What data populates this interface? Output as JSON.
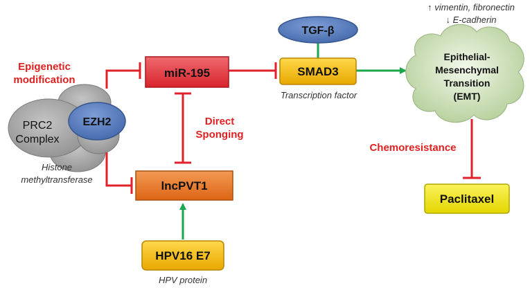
{
  "nodes": {
    "mir195": "miR-195",
    "smad3": "SMAD3",
    "tgfb": "TGF-β",
    "emt": [
      "Epithelial-",
      "Mesenchymal",
      "Transition",
      "(EMT)"
    ],
    "prc2": [
      "PRC2",
      "Complex"
    ],
    "ezh2": "EZH2",
    "lncpvt1": "lncPVT1",
    "hpv16e7": "HPV16 E7",
    "paclitaxel": "Paclitaxel"
  },
  "annotations": {
    "epigenetic": [
      "Epigenetic",
      "modification"
    ],
    "direct_sponging": [
      "Direct",
      "Sponging"
    ],
    "chemoresistance": "Chemoresistance",
    "transcription_factor": "Transcription factor",
    "histone": [
      "Histone",
      "methyltransferase"
    ],
    "hpv_protein": "HPV protein",
    "vimentin": "↑ vimentin, fibronectin",
    "ecadherin": "↓ E-cadherin"
  },
  "colors": {
    "inhibit": "#e0202a",
    "activate": "#1aa64b",
    "mir_box": "#e8343c",
    "lnc_box": "#e8701f",
    "gold_box": "#f2b800",
    "paclitaxel_box": "#f0e400",
    "ezh2": "#5b7fbf",
    "prc2": "#a8a8a8",
    "emt_cloud": "#c9dcb4",
    "label_red": "#e02020"
  }
}
